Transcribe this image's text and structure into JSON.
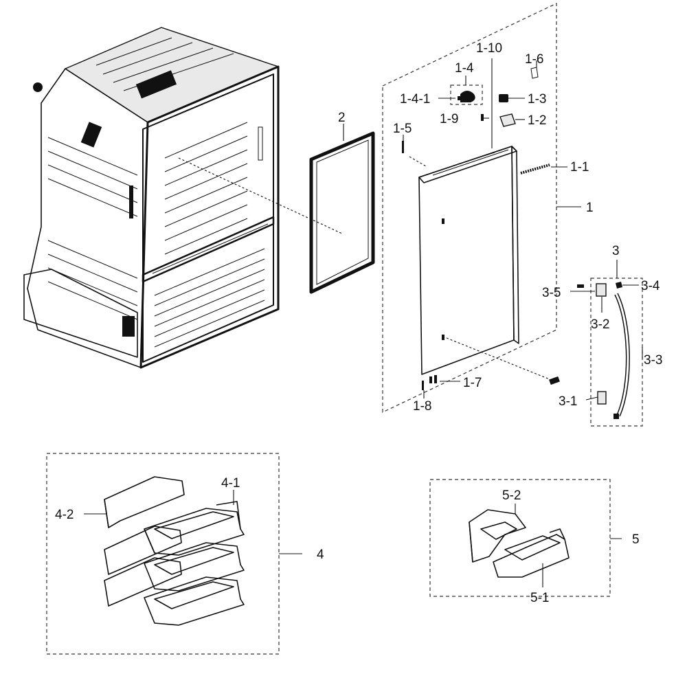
{
  "labels": {
    "l_1_10": "1-10",
    "l_1_6": "1-6",
    "l_1_4": "1-4",
    "l_1_4_1": "1-4-1",
    "l_1_3": "1-3",
    "l_1_9": "1-9",
    "l_1_2": "1-2",
    "l_1_5": "1-5",
    "l_1_1": "1-1",
    "l_1": "1",
    "l_2": "2",
    "l_3": "3",
    "l_3_5": "3-5",
    "l_3_4": "3-4",
    "l_3_2": "3-2",
    "l_3_3": "3-3",
    "l_3_1": "3-1",
    "l_1_7": "1-7",
    "l_1_8": "1-8",
    "l_4_1": "4-1",
    "l_4_2": "4-2",
    "l_4": "4",
    "l_5_2": "5-2",
    "l_5": "5",
    "l_5_1": "5-1"
  },
  "icons": {
    "cabinet": "refrigerator-cabinet-icon",
    "gasket": "door-gasket-icon",
    "door": "fridge-door-icon",
    "handle": "door-handle-icon",
    "door_bins": "door-bin-icon",
    "guards": "bin-guard-icon"
  }
}
